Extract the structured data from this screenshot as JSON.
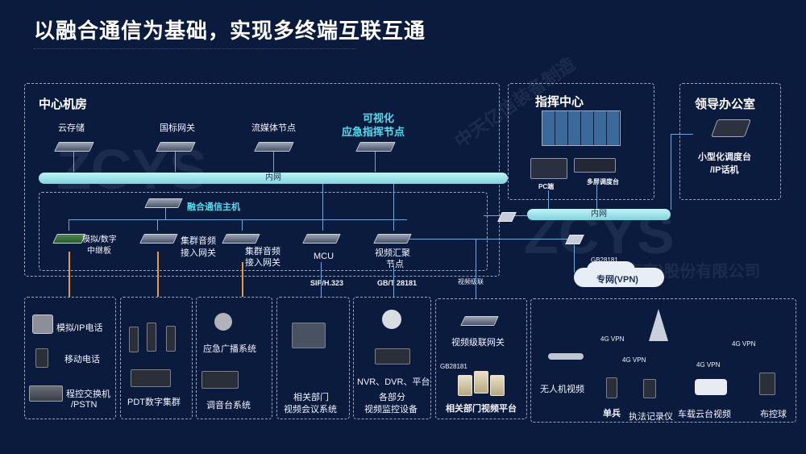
{
  "title": "以融合通信为基础，实现多终端互联互通",
  "watermark": {
    "mark": "ZCYS",
    "company_line1": "中天亿信装备制造",
    "company_line2": "(南京)股份有限公司"
  },
  "center_room": {
    "label": "中心机房",
    "storage": "云存储",
    "gateway": "国标网关",
    "streaming": "流媒体节点",
    "command_node_line1": "可视化",
    "command_node_line2": "应急指挥节点",
    "intranet": "内网",
    "host": "融合通信主机",
    "relay_line1": "模拟/数字",
    "relay_line2": "中继板",
    "audio_gw1_line1": "集群音频",
    "audio_gw1_line2": "接入网关",
    "audio_gw2_line1": "集群音频",
    "audio_gw2_line2": "接入网关",
    "mcu": "MCU",
    "video_agg_line1": "视频汇聚",
    "video_agg_line2": "节点"
  },
  "command_center": {
    "label": "指挥中心",
    "pc": "PC端",
    "dispatch": "多屏调度台",
    "intranet": "内网"
  },
  "leader_office": {
    "label": "领导办公室",
    "device_line1": "小型化调度台",
    "device_line2": "/IP话机"
  },
  "protocols": {
    "sip": "SIP/H.323",
    "gbt": "GB/T 28181",
    "cascade": "视频级联",
    "gb1": "GB28181",
    "gb2": "GB28181"
  },
  "vpn": {
    "cloud": "专网(VPN)",
    "l1": "4G VPN",
    "l2": "4G VPN",
    "l3": "4G VPN",
    "l4": "4G VPN"
  },
  "bottom": {
    "phone_ip": "模拟/IP电话",
    "mobile": "移动电话",
    "pbx_line1": "程控交换机",
    "pbx_line2": "/PSTN",
    "pdt": "PDT数字集群",
    "broadcast": "应急广播系统",
    "mixer": "调音台系统",
    "conf_line1": "相关部门",
    "conf_line2": "视频会议系统",
    "nvr": "NVR、DVR、平台",
    "monitor_line1": "各部分",
    "monitor_line2": "视频监控设备",
    "cascade_gw": "视频级联网关",
    "dept_platform": "相关部门视频平台",
    "drone": "无人机视频",
    "soldier": "单兵",
    "recorder": "执法记录仪",
    "vehicle": "车载云台视频",
    "ball": "布控球"
  }
}
